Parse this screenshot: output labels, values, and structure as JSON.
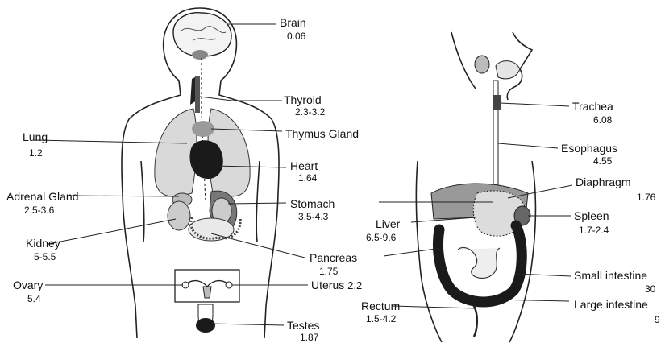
{
  "organs": {
    "brain": {
      "name": "Brain",
      "value": "0.06"
    },
    "thyroid": {
      "name": "Thyroid",
      "value": "2.3-3.2"
    },
    "lung": {
      "name": "Lung",
      "value": "1.2"
    },
    "thymus": {
      "name": "Thymus Gland",
      "value": ""
    },
    "heart": {
      "name": "Heart",
      "value": "1.64"
    },
    "adrenal": {
      "name": "Adrenal Gland",
      "value": "2.5-3.6"
    },
    "stomach": {
      "name": "Stomach",
      "value": "3.5-4.3"
    },
    "kidney": {
      "name": "Kidney",
      "value": "5-5.5"
    },
    "pancreas": {
      "name": "Pancreas",
      "value": "1.75"
    },
    "ovary": {
      "name": "Ovary",
      "value": "5.4"
    },
    "uterus": {
      "name": "Uterus",
      "value": "2.2"
    },
    "testes": {
      "name": "Testes",
      "value": "1.87"
    },
    "trachea": {
      "name": "Trachea",
      "value": "6.08"
    },
    "esophagus": {
      "name": "Esophagus",
      "value": "4.55"
    },
    "diaphragm": {
      "name": "Diaphragm",
      "value": "1.76"
    },
    "spleen": {
      "name": "Spleen",
      "value": "1.7-2.4"
    },
    "liver": {
      "name": "Liver",
      "value": "6.5-9.6"
    },
    "small_int": {
      "name": "Small intestine",
      "value": "30"
    },
    "rectum": {
      "name": "Rectum",
      "value": "1.5-4.2"
    },
    "large_int": {
      "name": "Large intestine",
      "value": "9"
    }
  }
}
